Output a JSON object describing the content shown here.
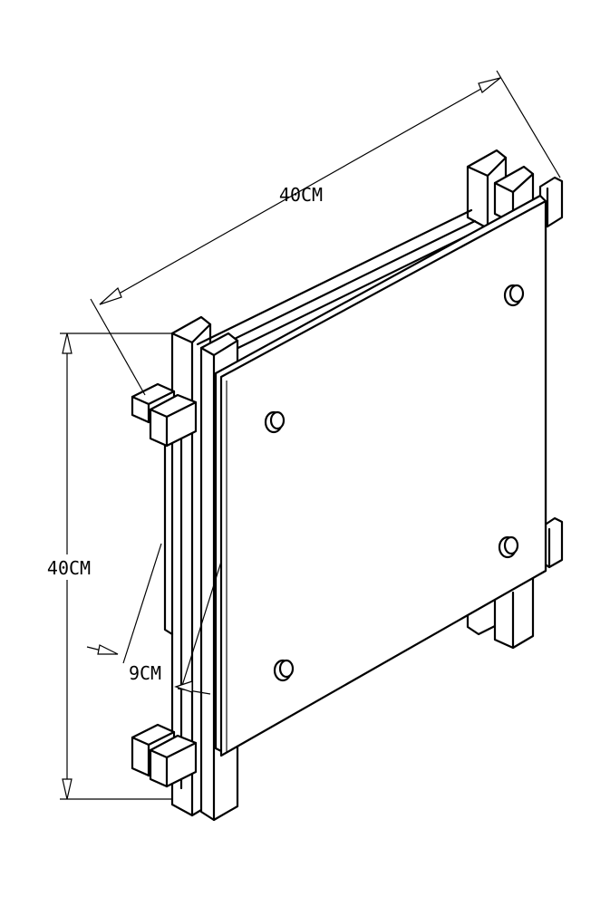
{
  "dimensions": {
    "width_label": "40CM",
    "height_label": "40CM",
    "depth_label": "9CM"
  }
}
